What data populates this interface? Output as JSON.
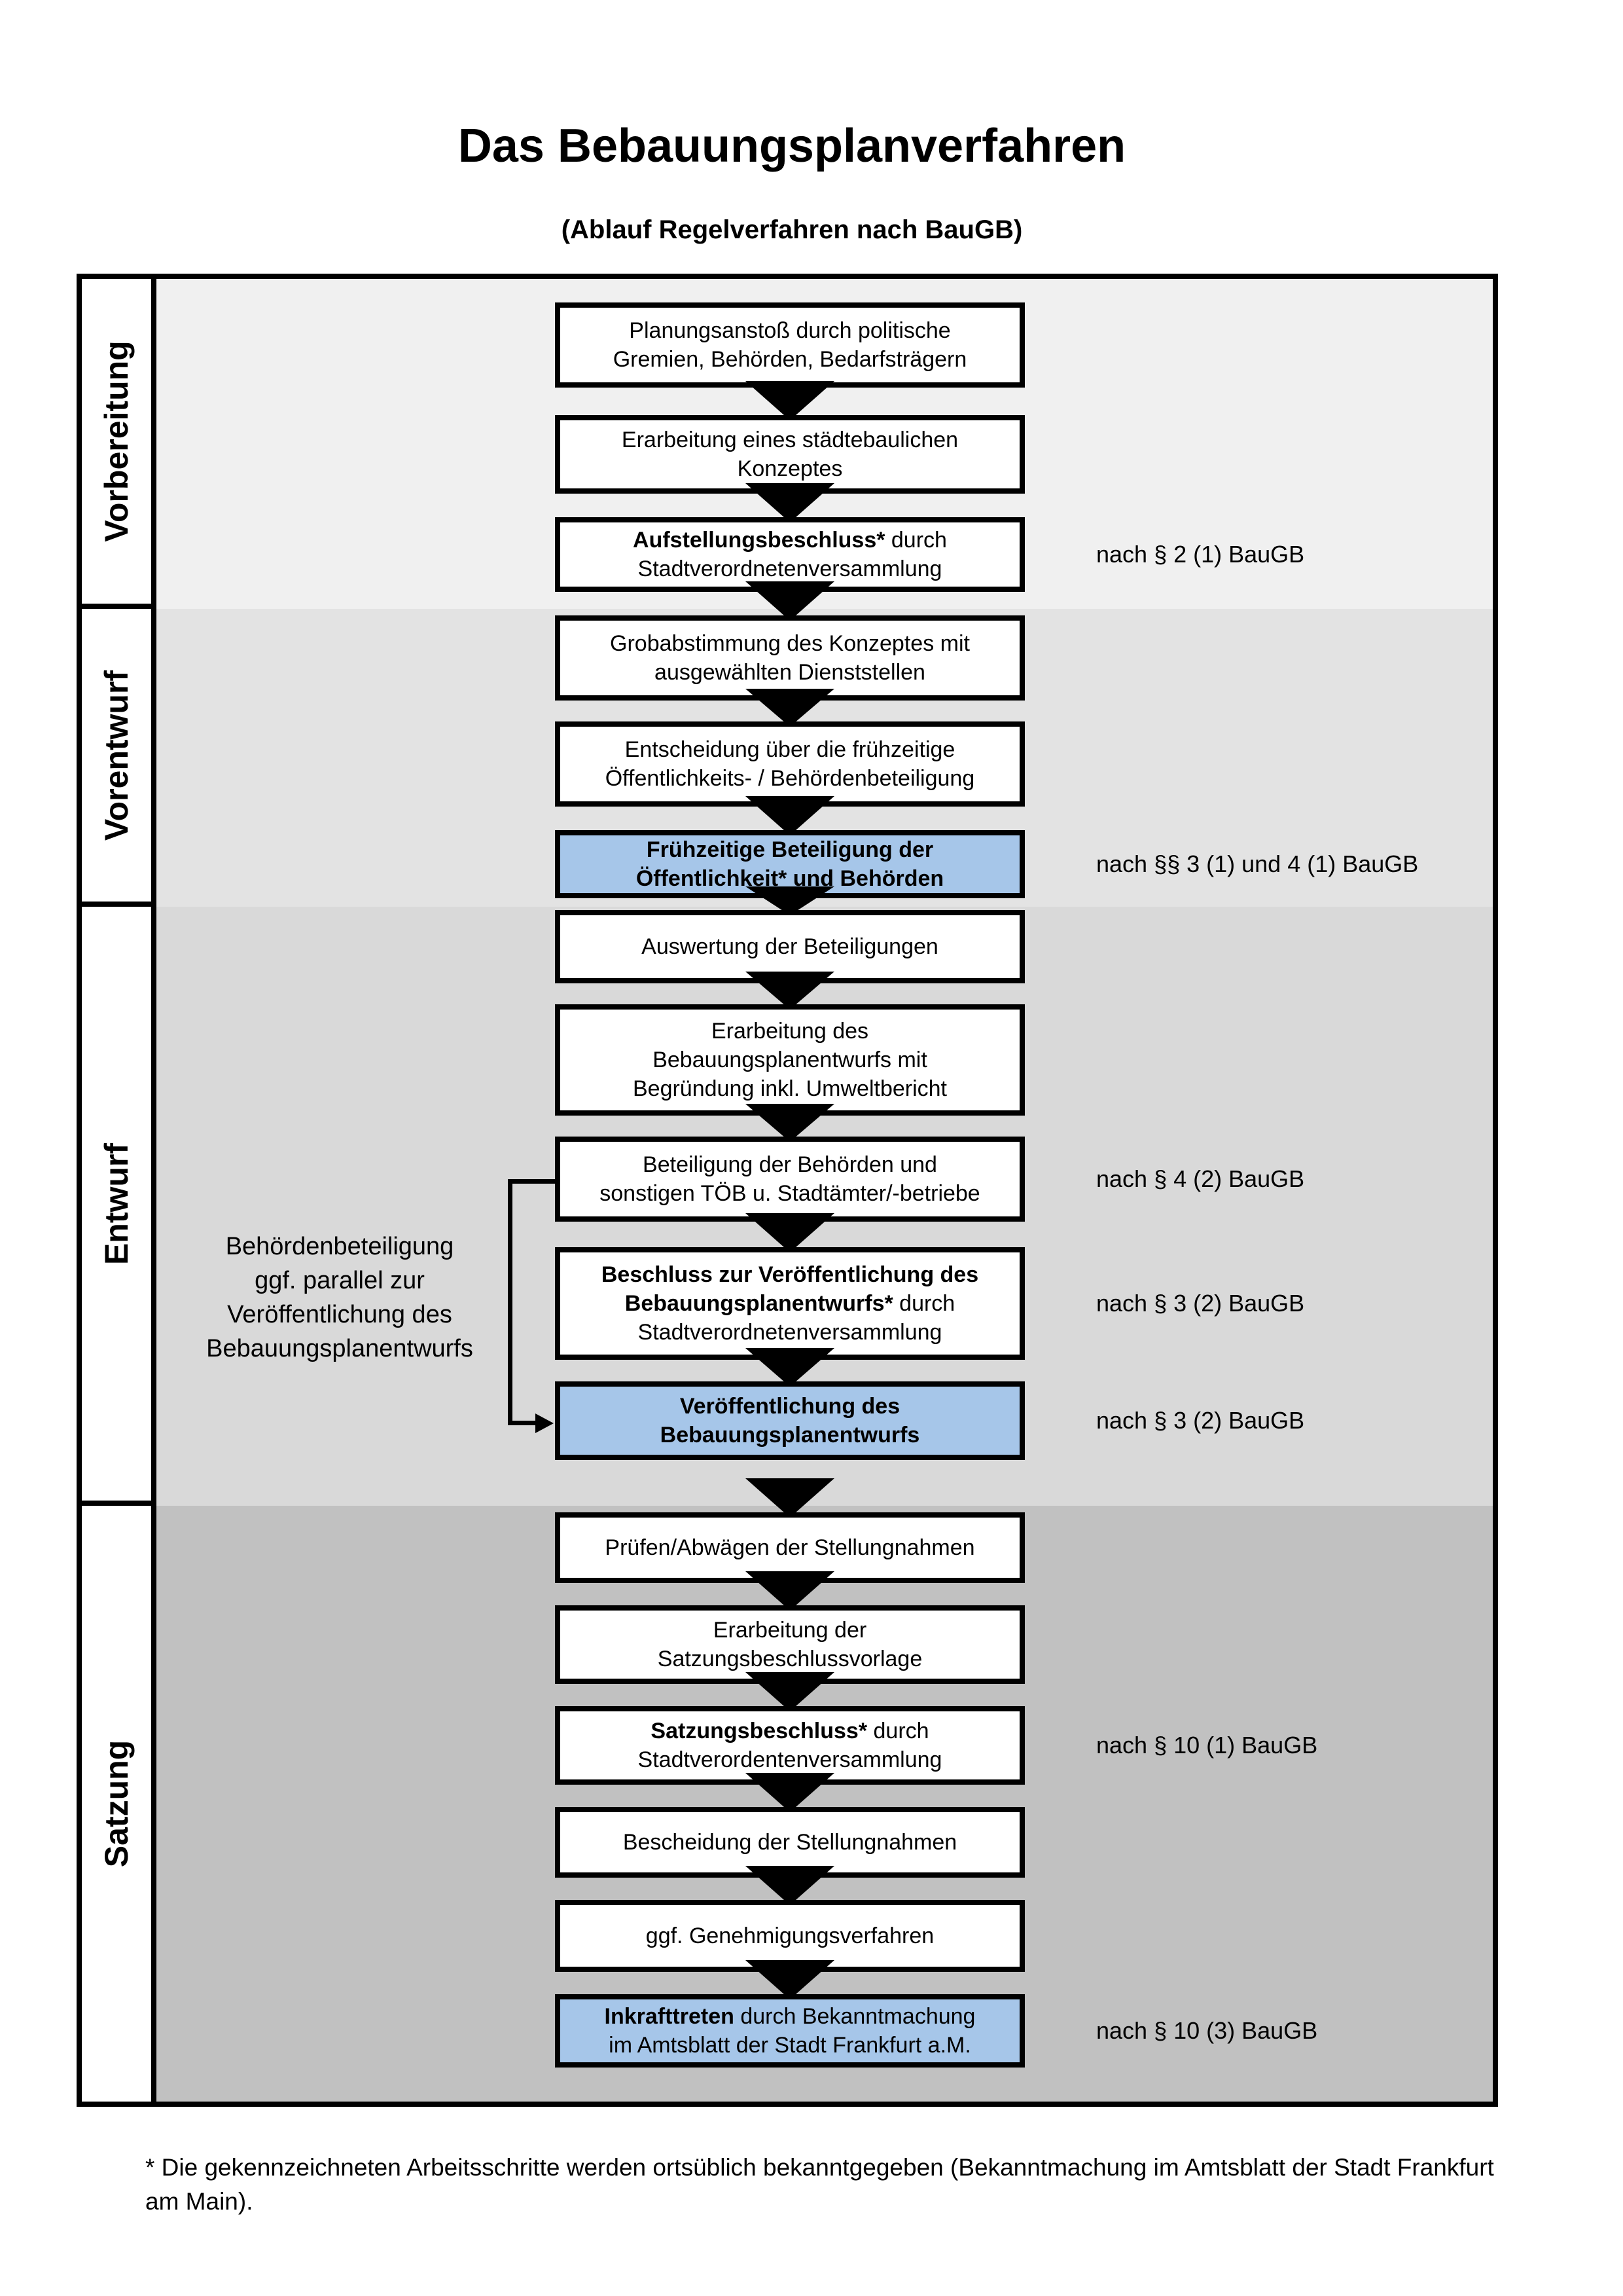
{
  "title": "Das Bebauungsplanverfahren",
  "subtitle": "(Ablauf Regelverfahren nach BauGB)",
  "phases": [
    {
      "label": "Vorbereitung",
      "bg": "#f0f0f0"
    },
    {
      "label": "Vorentwurf",
      "bg": "#e3e3e3"
    },
    {
      "label": "Entwurf",
      "bg": "#d9d9d9"
    },
    {
      "label": "Satzung",
      "bg": "#c1c1c1"
    }
  ],
  "colors": {
    "highlight_blue": "#a6c6e9",
    "border_black": "#000000",
    "label_cell_white": "#ffffff"
  },
  "steps": [
    {
      "variant": "white",
      "ref": "",
      "lines": [
        [
          {
            "t": "Planungsanstoß durch politische",
            "b": false
          }
        ],
        [
          {
            "t": "Gremien, Behörden, Bedarfsträgern",
            "b": false
          }
        ]
      ]
    },
    {
      "variant": "white",
      "ref": "",
      "lines": [
        [
          {
            "t": "Erarbeitung eines städtebaulichen",
            "b": false
          }
        ],
        [
          {
            "t": "Konzeptes",
            "b": false
          }
        ]
      ]
    },
    {
      "variant": "white",
      "ref": "nach § 2 (1) BauGB",
      "lines": [
        [
          {
            "t": "Aufstellungsbeschluss*",
            "b": true
          },
          {
            "t": " durch",
            "b": false
          }
        ],
        [
          {
            "t": "Stadtverordnetenversammlung",
            "b": false
          }
        ]
      ]
    },
    {
      "variant": "white",
      "ref": "",
      "lines": [
        [
          {
            "t": "Grobabstimmung des Konzeptes mit",
            "b": false
          }
        ],
        [
          {
            "t": "ausgewählten Dienststellen",
            "b": false
          }
        ]
      ]
    },
    {
      "variant": "white",
      "ref": "",
      "lines": [
        [
          {
            "t": "Entscheidung über die frühzeitige",
            "b": false
          }
        ],
        [
          {
            "t": "Öffentlichkeits- / Behördenbeteiligung",
            "b": false
          }
        ]
      ]
    },
    {
      "variant": "blue",
      "ref": "nach §§ 3 (1) und 4 (1) BauGB",
      "lines": [
        [
          {
            "t": "Frühzeitige Beteiligung der",
            "b": true
          }
        ],
        [
          {
            "t": "Öffentlichkeit* und Behörden",
            "b": true
          }
        ]
      ]
    },
    {
      "variant": "white",
      "ref": "",
      "lines": [
        [
          {
            "t": "Auswertung der Beteiligungen",
            "b": false
          }
        ]
      ]
    },
    {
      "variant": "white",
      "ref": "",
      "lines": [
        [
          {
            "t": "Erarbeitung des",
            "b": false
          }
        ],
        [
          {
            "t": "Bebauungsplanentwurfs mit",
            "b": false
          }
        ],
        [
          {
            "t": "Begründung inkl. Umweltbericht",
            "b": false
          }
        ]
      ]
    },
    {
      "variant": "white",
      "ref": "nach § 4 (2) BauGB",
      "lines": [
        [
          {
            "t": "Beteiligung der Behörden und",
            "b": false
          }
        ],
        [
          {
            "t": "sonstigen TÖB u. Stadtämter/-betriebe",
            "b": false
          }
        ]
      ]
    },
    {
      "variant": "white",
      "ref": "nach § 3 (2) BauGB",
      "lines": [
        [
          {
            "t": "Beschluss zur Veröffentlichung des",
            "b": true
          }
        ],
        [
          {
            "t": "Bebauungsplanentwurfs*",
            "b": true
          },
          {
            "t": " durch",
            "b": false
          }
        ],
        [
          {
            "t": "Stadtverordnetenversammlung",
            "b": false
          }
        ]
      ]
    },
    {
      "variant": "blue",
      "ref": "nach § 3 (2) BauGB",
      "lines": [
        [
          {
            "t": "Veröffentlichung des",
            "b": true
          }
        ],
        [
          {
            "t": "Bebauungsplanentwurfs",
            "b": true
          }
        ]
      ]
    },
    {
      "variant": "white",
      "ref": "",
      "lines": [
        [
          {
            "t": "Prüfen/Abwägen der Stellungnahmen",
            "b": false
          }
        ]
      ]
    },
    {
      "variant": "white",
      "ref": "",
      "lines": [
        [
          {
            "t": "Erarbeitung der",
            "b": false
          }
        ],
        [
          {
            "t": "Satzungsbeschlussvorlage",
            "b": false
          }
        ]
      ]
    },
    {
      "variant": "white",
      "ref": "nach § 10 (1) BauGB",
      "lines": [
        [
          {
            "t": "Satzungsbeschluss*",
            "b": true
          },
          {
            "t": " durch",
            "b": false
          }
        ],
        [
          {
            "t": "Stadtverordentenversammlung",
            "b": false
          }
        ]
      ]
    },
    {
      "variant": "white",
      "ref": "",
      "lines": [
        [
          {
            "t": "Bescheidung der Stellungnahmen",
            "b": false
          }
        ]
      ]
    },
    {
      "variant": "white",
      "ref": "",
      "lines": [
        [
          {
            "t": "ggf. Genehmigungsverfahren",
            "b": false
          }
        ]
      ]
    },
    {
      "variant": "blue",
      "ref": "nach § 10 (3) BauGB",
      "lines": [
        [
          {
            "t": "Inkrafttreten",
            "b": true
          },
          {
            "t": " durch Bekanntmachung",
            "b": false
          }
        ],
        [
          {
            "t": "im Amtsblatt der Stadt Frankfurt a.M.",
            "b": false
          }
        ]
      ]
    }
  ],
  "side_note": {
    "lines": [
      "Behördenbeteiligung",
      "ggf. parallel zur",
      "Veröffentlichung des",
      "Bebauungsplanentwurfs"
    ]
  },
  "footnote": "* Die gekennzeichneten Arbeitsschritte werden ortsüblich bekanntgegeben (Bekanntmachung im Amtsblatt  der Stadt Frankfurt am Main)."
}
